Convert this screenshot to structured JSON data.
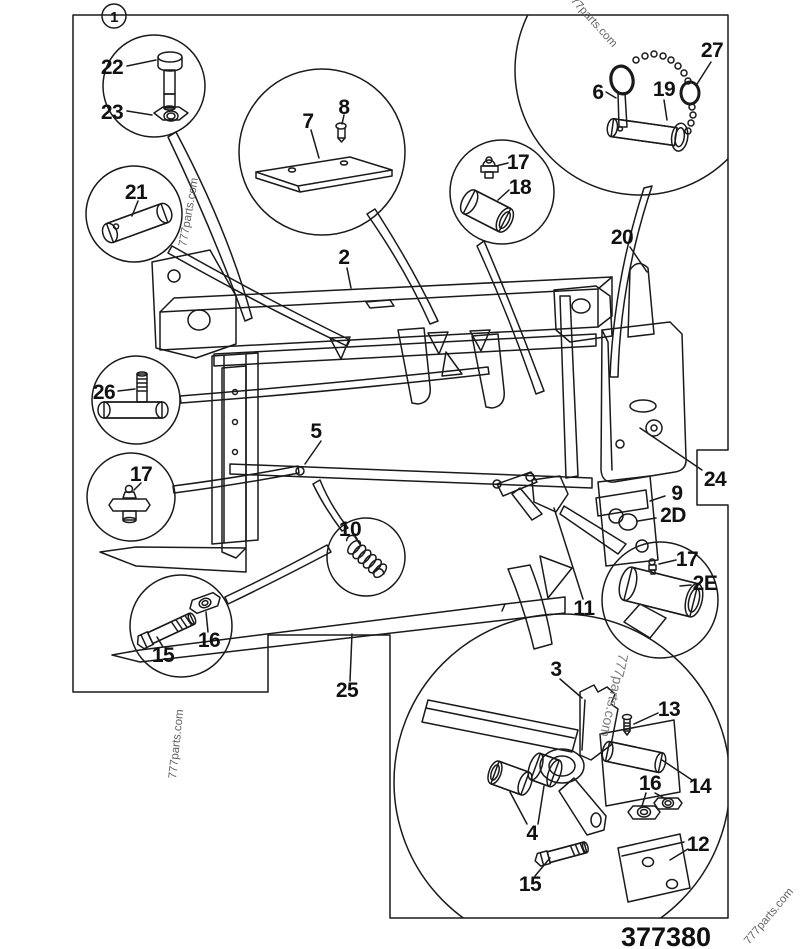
{
  "figure": {
    "ref_label": "1",
    "part_number": "377380",
    "watermark": "777parts.com",
    "line_color": "#1a1a1a",
    "background_color": "#ffffff"
  },
  "callouts": [
    {
      "id": "22",
      "text": "22"
    },
    {
      "id": "23",
      "text": "23"
    },
    {
      "id": "21",
      "text": "21"
    },
    {
      "id": "7",
      "text": "7"
    },
    {
      "id": "8",
      "text": "8"
    },
    {
      "id": "17a",
      "text": "17"
    },
    {
      "id": "18",
      "text": "18"
    },
    {
      "id": "6",
      "text": "6"
    },
    {
      "id": "19",
      "text": "19"
    },
    {
      "id": "27",
      "text": "27"
    },
    {
      "id": "2",
      "text": "2"
    },
    {
      "id": "20",
      "text": "20"
    },
    {
      "id": "26",
      "text": "26"
    },
    {
      "id": "17b",
      "text": "17"
    },
    {
      "id": "5",
      "text": "5"
    },
    {
      "id": "24",
      "text": "24"
    },
    {
      "id": "9",
      "text": "9"
    },
    {
      "id": "2D",
      "text": "2D"
    },
    {
      "id": "17c",
      "text": "17"
    },
    {
      "id": "2E",
      "text": "2E"
    },
    {
      "id": "10",
      "text": "10"
    },
    {
      "id": "15a",
      "text": "15"
    },
    {
      "id": "16a",
      "text": "16"
    },
    {
      "id": "11",
      "text": "11"
    },
    {
      "id": "25",
      "text": "25"
    },
    {
      "id": "3",
      "text": "3"
    },
    {
      "id": "13",
      "text": "13"
    },
    {
      "id": "14",
      "text": "14"
    },
    {
      "id": "16b",
      "text": "16"
    },
    {
      "id": "4",
      "text": "4"
    },
    {
      "id": "15b",
      "text": "15"
    },
    {
      "id": "12",
      "text": "12"
    }
  ]
}
